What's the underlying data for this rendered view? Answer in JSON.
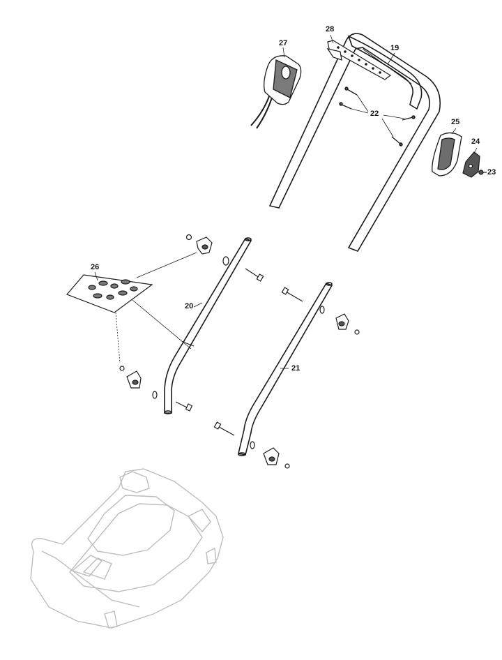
{
  "diagram": {
    "callouts": {
      "p19": "19",
      "p20": "20",
      "p21": "21",
      "p22": "22",
      "p23": "23",
      "p24": "24",
      "p25": "25",
      "p26": "26",
      "p27": "27",
      "p28": "28"
    },
    "colors": {
      "line": "#1a1a1a",
      "deck": "#bdbdbd",
      "fill_dark": "#555555",
      "fill_light": "#ffffff"
    }
  }
}
